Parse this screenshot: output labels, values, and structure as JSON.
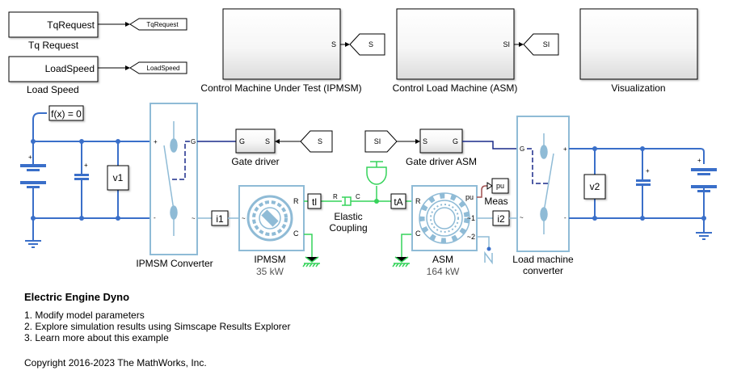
{
  "model": {
    "title": "Electric Engine Dyno",
    "colors": {
      "electrical": "#3a6fc9",
      "converter": "#8fbbd6",
      "mechanical": "#35d35a",
      "signal": "#000000",
      "gate_signal": "#1a2a8a",
      "physical_signal": "#a05050"
    }
  },
  "top_blocks": {
    "tq_request": {
      "output": "TqRequest",
      "label": "Tq Request",
      "goto_tag": "TqRequest"
    },
    "load_speed": {
      "output": "LoadSpeed",
      "label": "Load Speed",
      "goto_tag": "LoadSpeed"
    },
    "control_ipmsm": {
      "port": "S",
      "label": "Control Machine Under Test (IPMSM)",
      "goto_tag": "S"
    },
    "control_asm": {
      "port": "SI",
      "label": "Control Load Machine (ASM)",
      "goto_tag": "SI"
    },
    "visualization": {
      "label": "Visualization"
    }
  },
  "circuit": {
    "solver": "f(x) = 0",
    "v1": "v1",
    "v2": "v2",
    "i1": "i1",
    "i2": "i2",
    "tl": "tl",
    "tA": "tA",
    "pu": "pu",
    "meas_label": "Meas",
    "plus": "+",
    "minus": "-",
    "tilde": "~",
    "ipmsm_converter": {
      "label": "IPMSM Converter",
      "gate_port": "G"
    },
    "load_converter": {
      "label_line1": "Load machine",
      "label_line2": "converter",
      "gate_port": "G"
    },
    "gate_driver": {
      "label": "Gate driver",
      "port_in": "S",
      "port_out": "G",
      "from_tag": "S"
    },
    "gate_driver_asm": {
      "label": "Gate driver ASM",
      "port_in": "S",
      "port_out": "G",
      "from_tag": "SI"
    },
    "ipmsm": {
      "label": "IPMSM",
      "rating": "35 kW",
      "port_r": "R",
      "port_c": "C"
    },
    "asm": {
      "label": "ASM",
      "rating": "164 kW",
      "port_r": "R",
      "port_c": "C",
      "port_pu": "pu",
      "port_1": "~1",
      "port_2": "~2"
    },
    "coupling": {
      "label_line1": "Elastic",
      "label_line2": "Coupling",
      "port_r": "R",
      "port_c": "C"
    }
  },
  "annotations": {
    "items": [
      "1. Modify model parameters",
      "2. Explore simulation results using Simscape Results Explorer",
      "3. Learn more about this example"
    ],
    "copyright": "Copyright 2016-2023 The MathWorks, Inc."
  }
}
